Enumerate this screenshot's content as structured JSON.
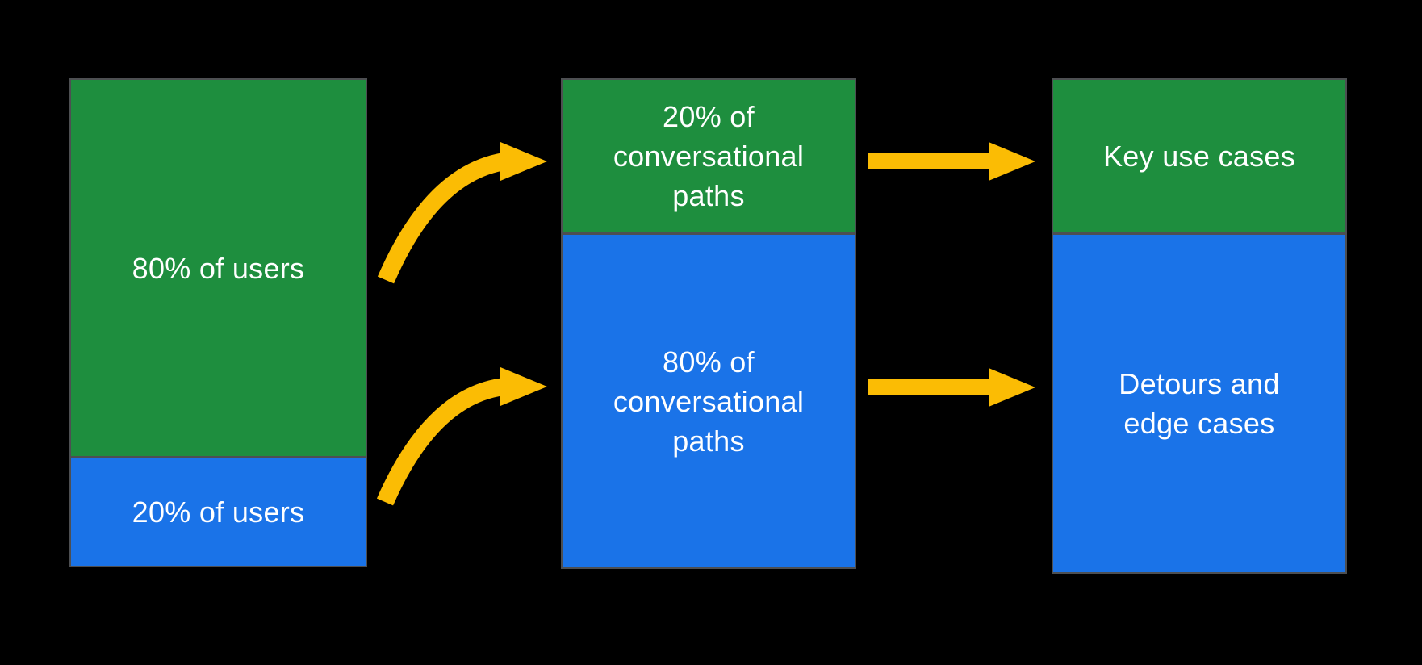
{
  "colors": {
    "background": "#000000",
    "green": "#1E8E3E",
    "blue": "#1A73E8",
    "yellow": "#FBBC04",
    "border": "#4D4F52",
    "text": "#FFFFFF"
  },
  "diagram": {
    "columns": [
      {
        "name": "users",
        "segments": [
          {
            "id": "users-majority",
            "color": "green",
            "percent": 80,
            "label": "80% of users"
          },
          {
            "id": "users-minority",
            "color": "blue",
            "percent": 20,
            "label": "20% of users"
          }
        ]
      },
      {
        "name": "conversational-paths",
        "segments": [
          {
            "id": "paths-key",
            "color": "green",
            "percent": 20,
            "label": "20% of\nconversational\npaths"
          },
          {
            "id": "paths-long-tail",
            "color": "blue",
            "percent": 80,
            "label": "80% of\nconversational\npaths"
          }
        ]
      },
      {
        "name": "use-cases",
        "segments": [
          {
            "id": "key-use-cases",
            "color": "green",
            "label": "Key use cases"
          },
          {
            "id": "detours-edge-cases",
            "color": "blue",
            "label": "Detours and\nedge cases"
          }
        ]
      }
    ],
    "arrows": [
      {
        "from": "80% of users",
        "to": "20% of conversational paths",
        "style": "curved"
      },
      {
        "from": "20% of users",
        "to": "80% of conversational paths",
        "style": "curved"
      },
      {
        "from": "20% of conversational paths",
        "to": "Key use cases",
        "style": "straight"
      },
      {
        "from": "80% of conversational paths",
        "to": "Detours and edge cases",
        "style": "straight"
      }
    ]
  }
}
